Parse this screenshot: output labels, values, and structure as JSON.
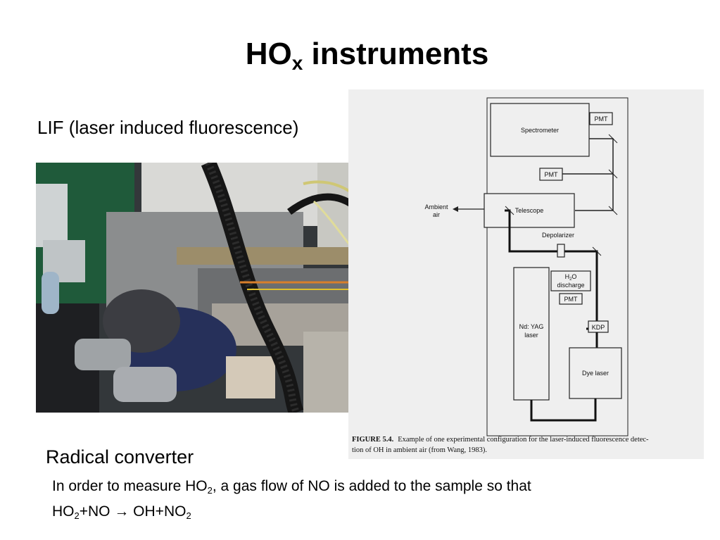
{
  "slide": {
    "title_main": "HO",
    "title_sub": "x",
    "title_rest": " instruments",
    "lif_label": "LIF (laser induced fluorescence)",
    "radical_converter": "Radical converter",
    "desc_line1_a": "In order to measure HO",
    "desc_line1_sub": "2",
    "desc_line1_b": ", a gas flow of NO is added to the sample so that",
    "desc_line2_a": "HO",
    "desc_line2_sub1": "2",
    "desc_line2_b": "+NO ",
    "desc_line2_arrow": "→",
    "desc_line2_c": " OH+NO",
    "desc_line2_sub2": "2"
  },
  "diagram": {
    "spectrometer": "Spectrometer",
    "pmt_top": "PMT",
    "pmt_mid": "PMT",
    "ambient": "Ambient",
    "air": "air",
    "telescope": "Telescope",
    "depolarizer": "Depolarizer",
    "h2o_a": "H",
    "h2o_sub": "2",
    "h2o_b": "O",
    "discharge": "discharge",
    "pmt_low": "PMT",
    "ndyag_1": "Nd: YAG",
    "ndyag_2": "laser",
    "kdp": "KDP",
    "dye": "Dye laser",
    "caption_bold": "FIGURE 5.4.",
    "caption_line1": "Example of one experimental configuration for the laser-induced fluorescence detec-",
    "caption_line2": "tion of OH in ambient air (from Wang, 1983)."
  },
  "photo_alt": "photo-of-lif-instrument"
}
